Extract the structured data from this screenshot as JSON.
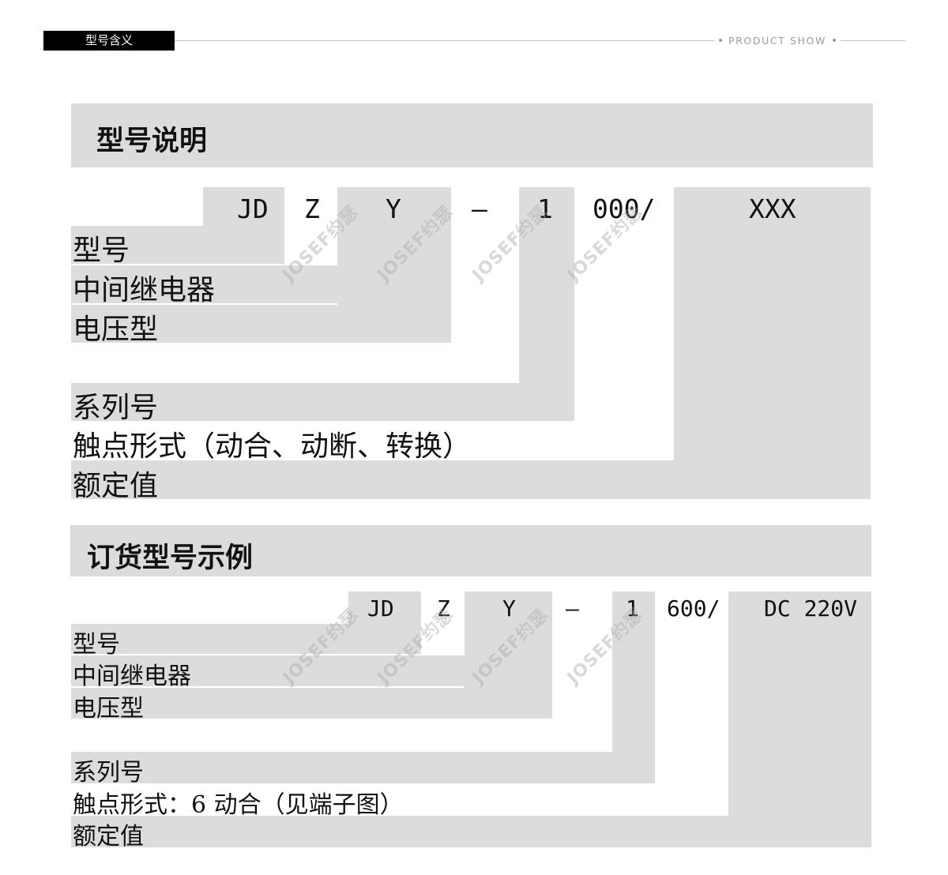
{
  "header": {
    "tab_label": "型号含义",
    "right_label": "PRODUCT SHOW"
  },
  "section1": {
    "title": "型号说明",
    "codes": [
      "JD",
      "Z",
      "Y",
      "—",
      "1",
      "000/",
      "XXX"
    ],
    "labels": [
      "型号",
      "中间继电器",
      "电压型",
      "系列号",
      "触点形式（动合、动断、转换）",
      "额定值"
    ]
  },
  "section2": {
    "title": "订货型号示例",
    "codes": [
      "JD",
      "Z",
      "Y",
      "—",
      "1",
      "600/",
      "DC 220V"
    ],
    "labels": [
      "型号",
      "中间继电器",
      "电压型",
      "系列号",
      "触点形式：6 动合（见端子图）",
      "额定值"
    ]
  },
  "watermark": "JOSEF约瑟"
}
